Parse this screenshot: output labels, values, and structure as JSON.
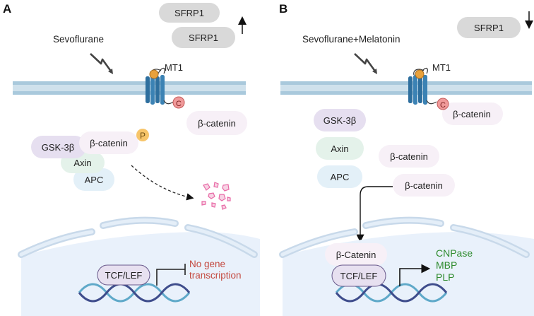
{
  "panel_a": {
    "letter": "A",
    "treatment": "Sevoflurane",
    "sfrp_top": "SFRP1",
    "sfrp_bottom": "SFRP1",
    "sfrp_trend": "up",
    "receptor": "MT1",
    "c_badge": "C",
    "b_catenin_cytoplasm": "β-catenin",
    "gsk": "GSK-3β",
    "b_catenin_complex": "β-catenin",
    "p_badge": "P",
    "axin": "Axin",
    "apc": "APC",
    "tcf": "TCF/LEF",
    "no_gene_line1": "No gene",
    "no_gene_line2": "transcription"
  },
  "panel_b": {
    "letter": "B",
    "treatment": "Sevoflurane+Melatonin",
    "sfrp": "SFRP1",
    "sfrp_trend": "down",
    "receptor": "MT1",
    "c_badge": "C",
    "b_catenin_membrane": "β-catenin",
    "gsk": "GSK-3β",
    "axin": "Axin",
    "apc": "APC",
    "b_catenin_free1": "β-catenin",
    "b_catenin_free2": "β-catenin",
    "b_catenin_nucleus": "β-Catenin",
    "tcf": "TCF/LEF",
    "gene1": "CNPase",
    "gene2": "MBP",
    "gene3": "PLP"
  },
  "colors": {
    "membrane": "#b7d3e3",
    "membrane_line": "#9cbfd3",
    "receptor": "#2e6f9e",
    "ligand": "#e9a13b",
    "c_badge": "#f09a9a",
    "p_badge": "#f7c56a",
    "catenin_pill": "#f7f0f7",
    "gsk_pill": "#e6dff0",
    "axin_pill": "#e4f2ea",
    "apc_pill": "#e3f0f8",
    "sfrp_pill": "#d9d9d9",
    "nucleus_fill": "#e9f1fb",
    "nuclear_envelope": "#bdd0e3",
    "tcf_pill": "#e7e0f0",
    "tcf_stroke": "#6a5a8c",
    "dna1": "#3f4d8c",
    "dna2": "#5fa9c9",
    "no_gene_text": "#c4493f",
    "gene_text": "#2e8b2e",
    "fragments": "#e86aa6"
  }
}
